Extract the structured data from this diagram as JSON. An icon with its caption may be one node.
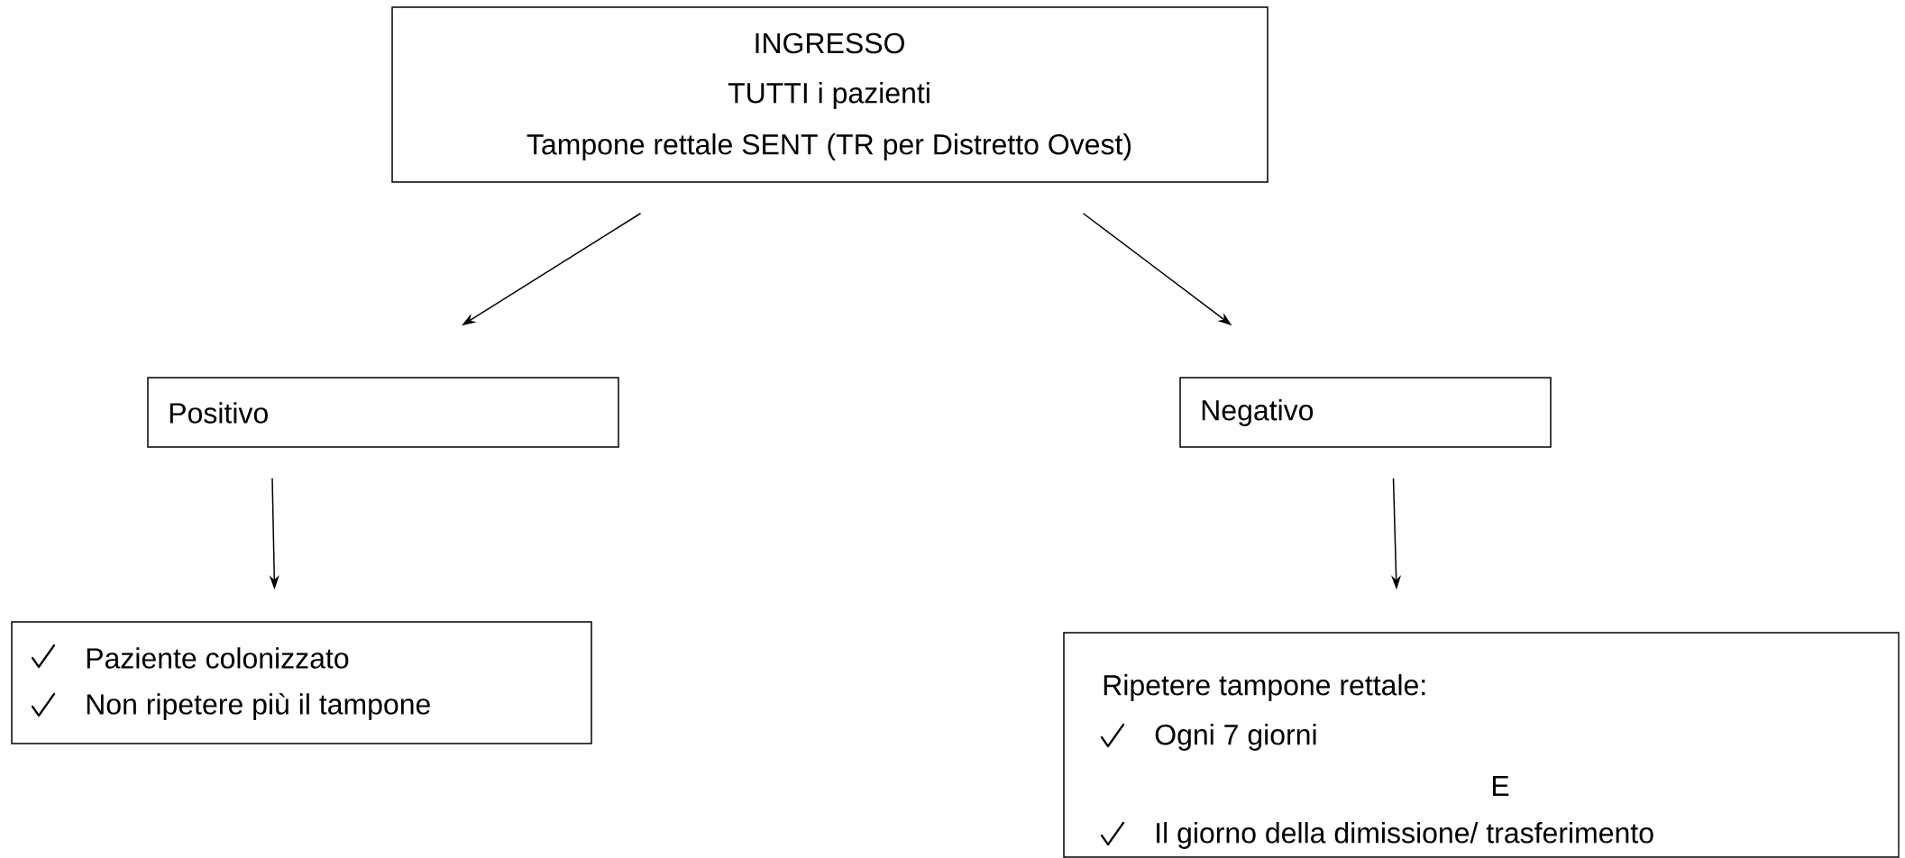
{
  "diagram": {
    "nodes": [
      {
        "text": [
          "INGRESSO",
          "TUTTI i pazienti",
          "Tampone rettale SENT (TR per Distretto Ovest)"
        ]
      },
      {
        "text": [
          "Positivo"
        ]
      },
      {
        "text": [
          "Negativo"
        ]
      },
      {
        "text": [
          "Paziente colonizzato",
          "Non ripetere più il tampone"
        ]
      },
      {
        "text": [
          "Ripetere tampone rettale:",
          "Ogni 7 giorni",
          "E",
          "Il giorno della dimissione/ trasferimento"
        ]
      }
    ],
    "edges": [
      {
        "from": 0,
        "to": 1,
        "arrow": "to"
      },
      {
        "from": 0,
        "to": 2,
        "arrow": "to"
      },
      {
        "from": 1,
        "to": 3,
        "arrow": "to"
      },
      {
        "from": 2,
        "to": 4,
        "arrow": "to"
      }
    ]
  }
}
